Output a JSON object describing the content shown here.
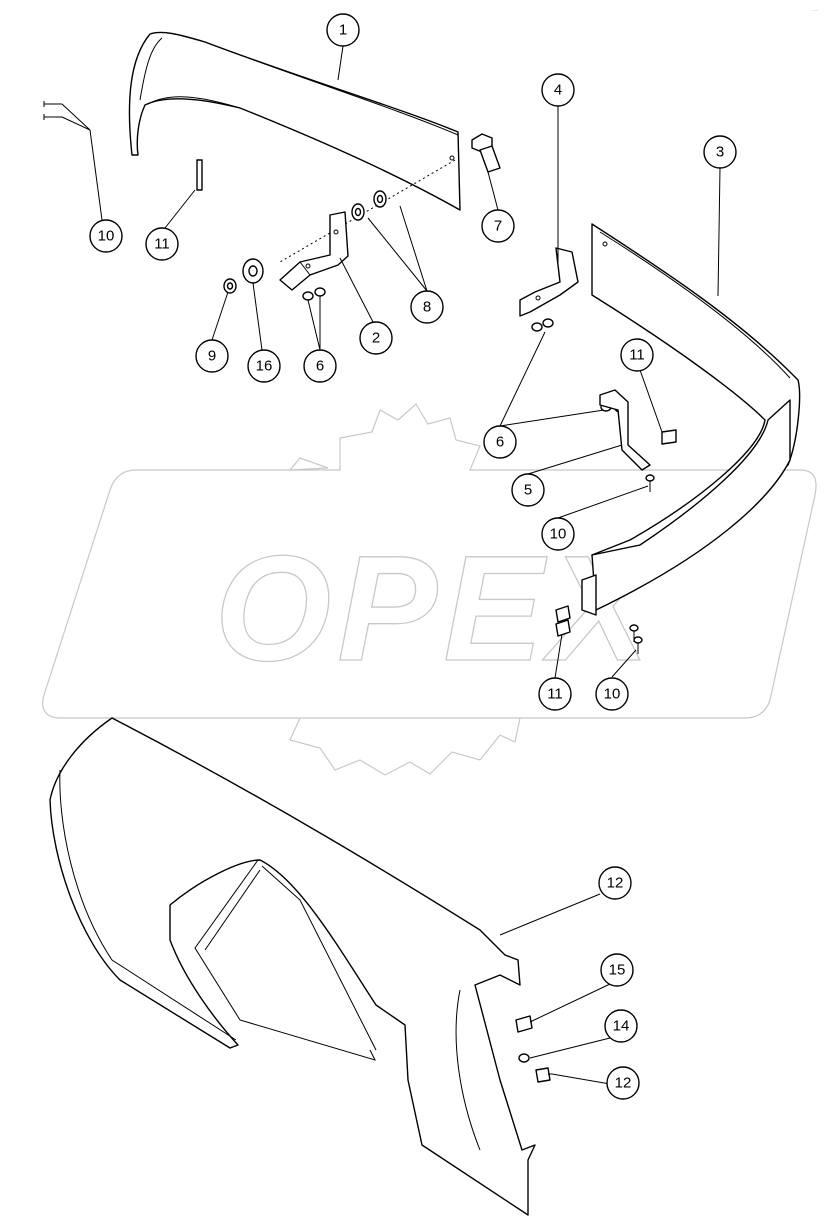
{
  "watermark": {
    "text": "OPEX"
  },
  "corner_mark": "···",
  "callouts": [
    {
      "id": "c1",
      "label": "1"
    },
    {
      "id": "c2",
      "label": "2"
    },
    {
      "id": "c3",
      "label": "3"
    },
    {
      "id": "c4",
      "label": "4"
    },
    {
      "id": "c5",
      "label": "5"
    },
    {
      "id": "c6a",
      "label": "6"
    },
    {
      "id": "c6b",
      "label": "6"
    },
    {
      "id": "c7",
      "label": "7"
    },
    {
      "id": "c8",
      "label": "8"
    },
    {
      "id": "c9",
      "label": "9"
    },
    {
      "id": "c10a",
      "label": "10"
    },
    {
      "id": "c10b",
      "label": "10"
    },
    {
      "id": "c10c",
      "label": "10"
    },
    {
      "id": "c11a",
      "label": "11"
    },
    {
      "id": "c11b",
      "label": "11"
    },
    {
      "id": "c11c",
      "label": "11"
    },
    {
      "id": "c12a",
      "label": "12"
    },
    {
      "id": "c12b",
      "label": "12"
    },
    {
      "id": "c14",
      "label": "14"
    },
    {
      "id": "c15",
      "label": "15"
    },
    {
      "id": "c16",
      "label": "16"
    }
  ]
}
